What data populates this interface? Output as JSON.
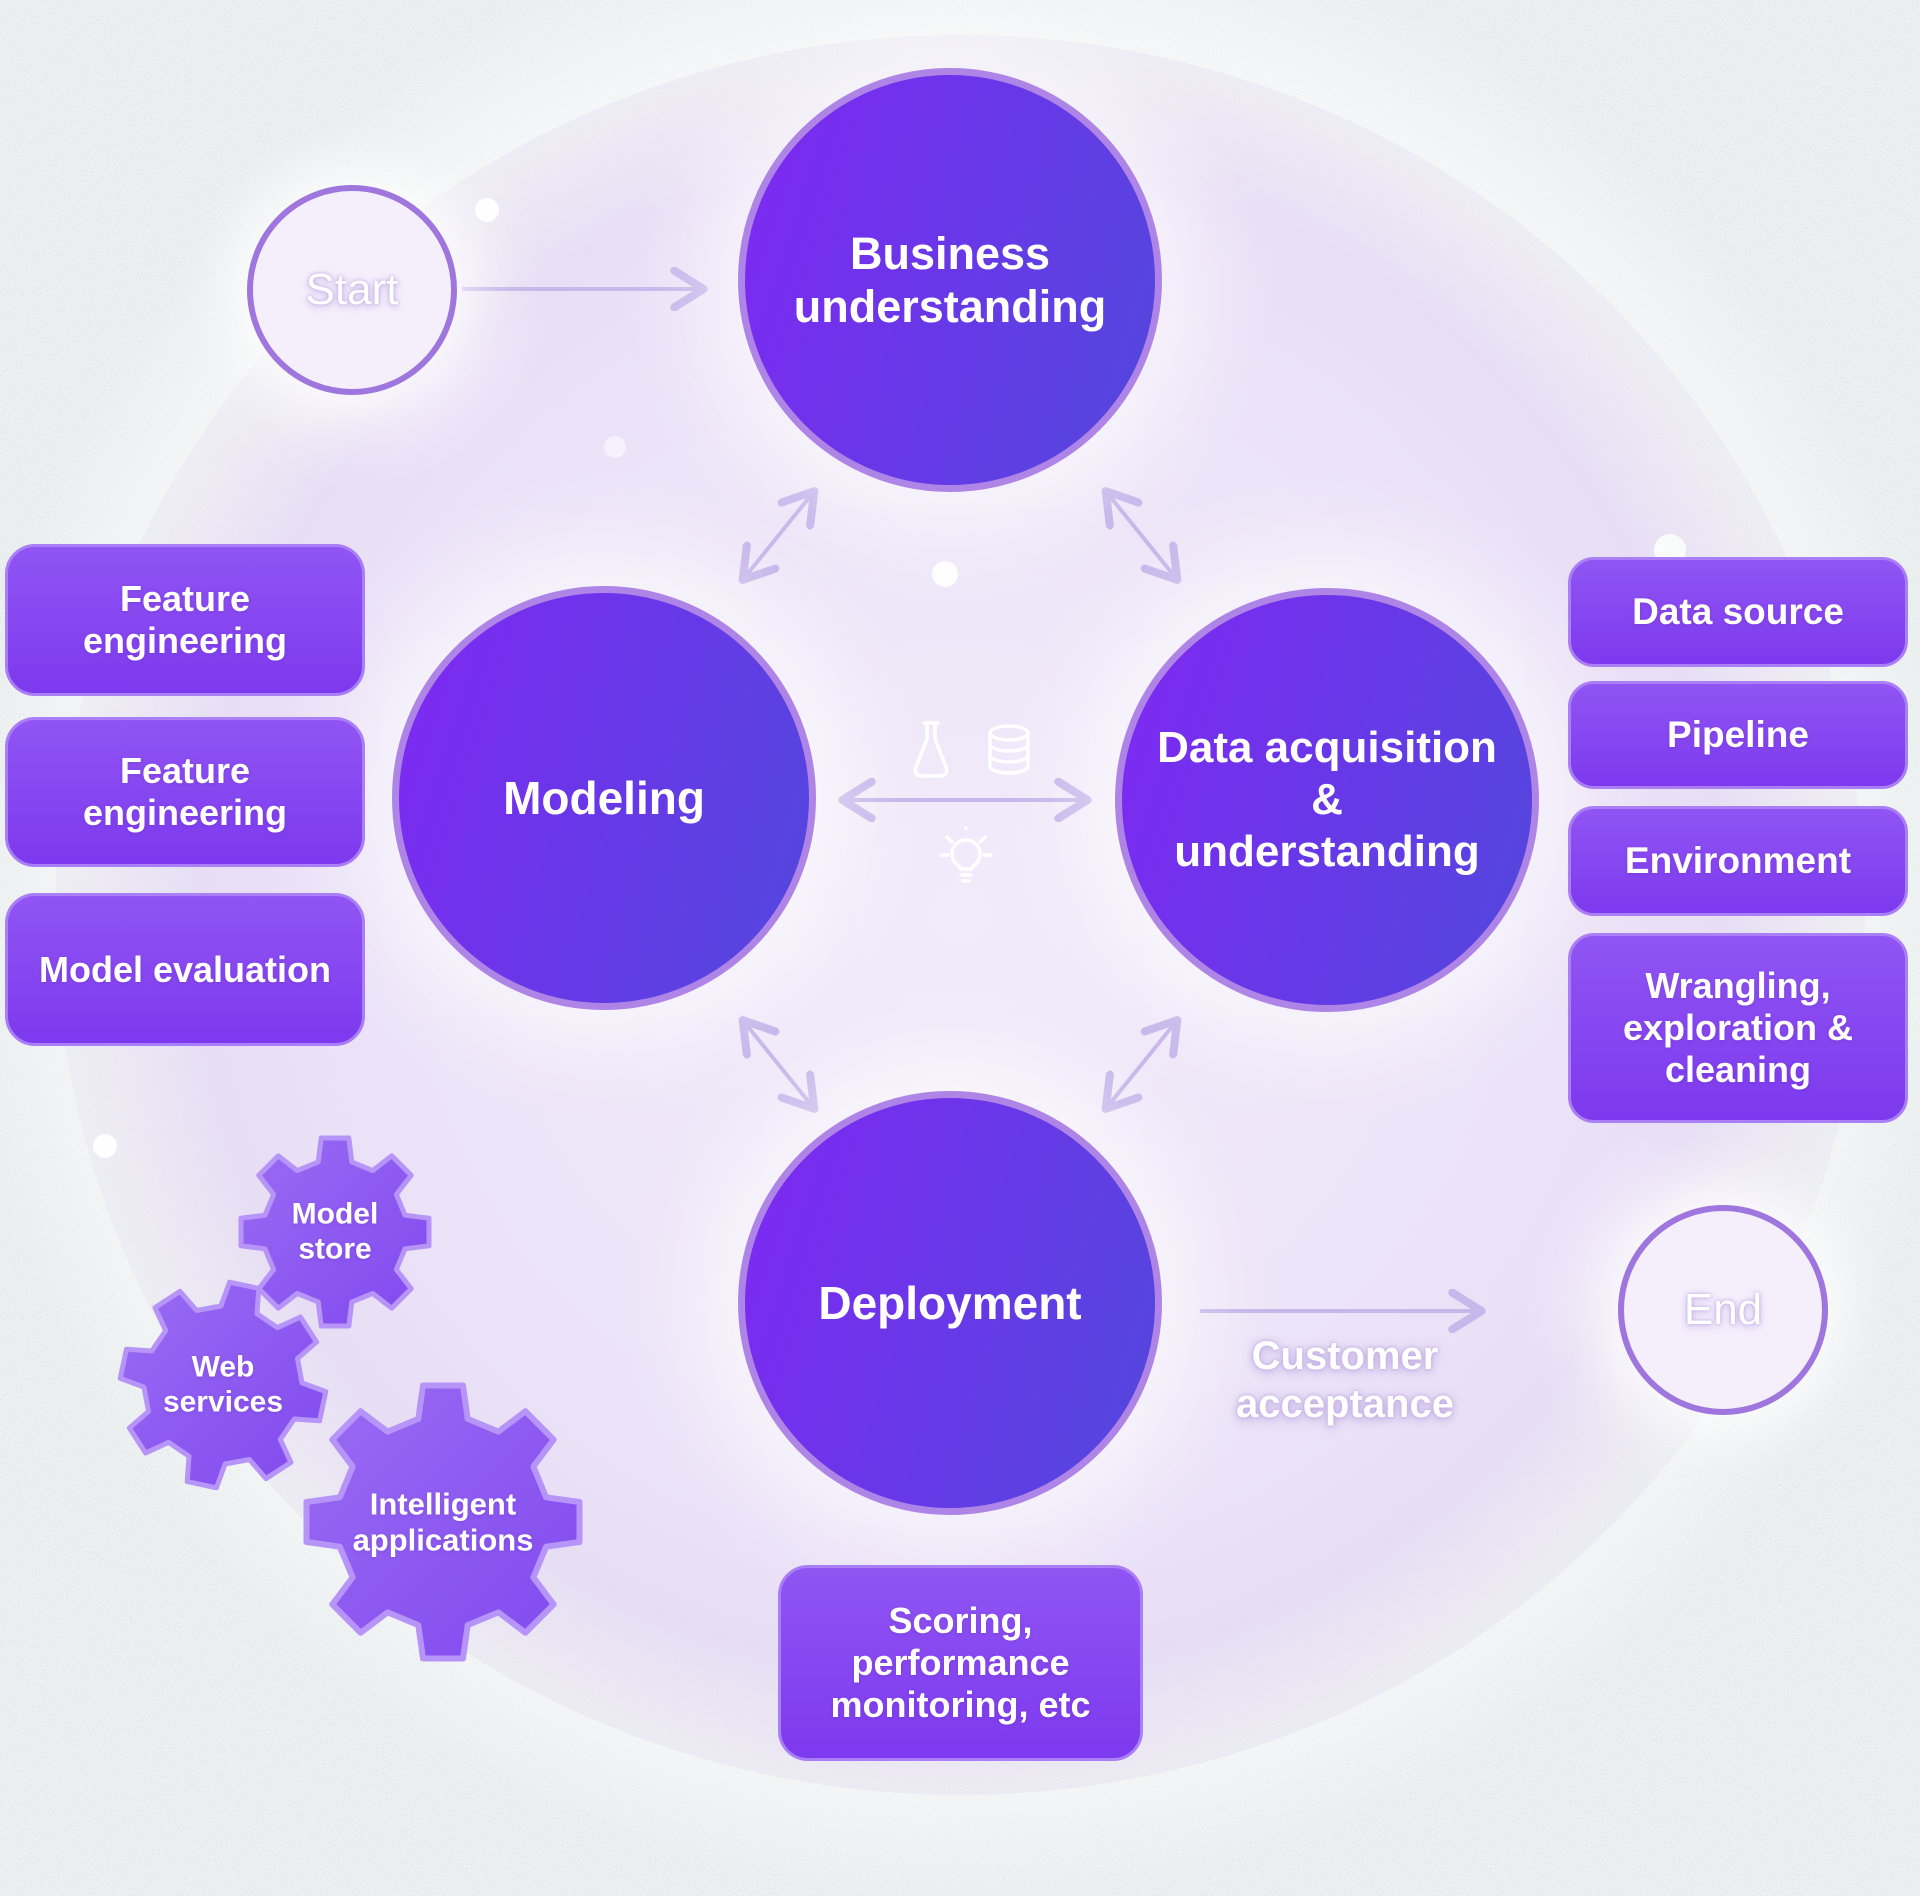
{
  "title": "Data science lifecycle diagram",
  "stages": {
    "business": "Business understanding",
    "modeling": "Modeling",
    "data_acquisition": "Data acquisition & understanding",
    "deployment": "Deployment"
  },
  "terminals": {
    "start": "Start",
    "end": "End"
  },
  "flow_caption": "Customer acceptance",
  "modeling_outputs": [
    "Feature engineering",
    "Feature engineering",
    "Model evaluation"
  ],
  "data_outputs": [
    "Data source",
    "Pipeline",
    "Environment",
    "Wrangling, exploration & cleaning"
  ],
  "deployment_outputs": [
    "Scoring, performance monitoring, etc"
  ],
  "gears": [
    "Model store",
    "Web services",
    "Intelligent applications"
  ],
  "icons": [
    "flask-icon",
    "database-icon",
    "lightbulb-icon"
  ],
  "colors": {
    "stage_gradient_start": "#7c2af1",
    "stage_gradient_end": "#5446de",
    "stage_border": "#ae85e7",
    "box_fill_top": "#9055f3",
    "box_fill_bottom": "#7d39ee",
    "box_border": "#a97ef7",
    "gear_fill_start": "#9a6cf4",
    "gear_fill_end": "#8148ee",
    "gear_border": "#b795f8",
    "terminal_fill": "#f5effc",
    "terminal_border": "#9e76dd",
    "arrow": "#c7b7eb",
    "halo": "#ece4f8"
  }
}
